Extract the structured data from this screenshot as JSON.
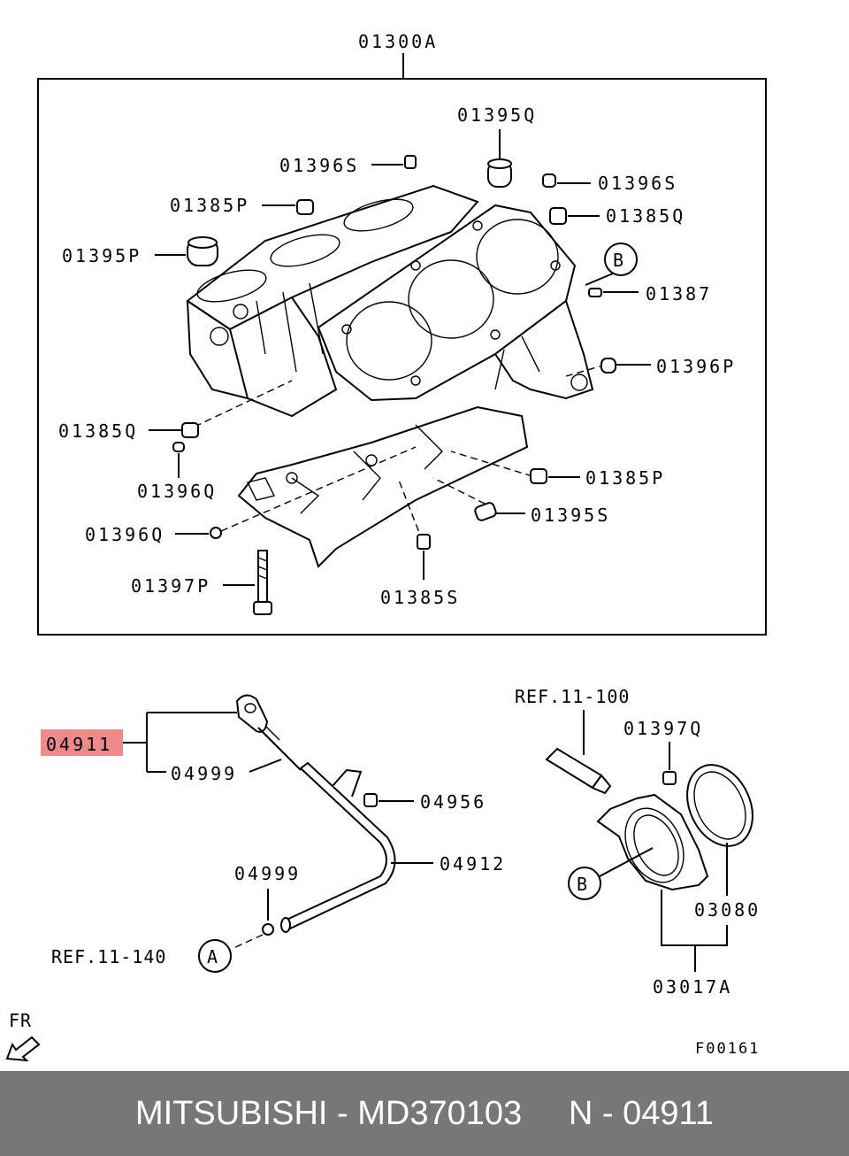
{
  "colors": {
    "highlight": "#f08a8a",
    "footer_bg": "#777777",
    "footer_text": "#ffffff"
  },
  "labels": {
    "assembly": "01300A",
    "q1395": "01395Q",
    "s1396_left": "01396S",
    "s1396_right": "01396S",
    "p1385_left": "01385P",
    "q1385_right": "01385Q",
    "p1395": "01395P",
    "b_callout_top": "B",
    "p1387": "01387",
    "p1396": "01396P",
    "q1385_left": "01385Q",
    "q1396_upper": "01396Q",
    "p1385_right": "01385P",
    "s1395": "01395S",
    "q1396_lower": "01396Q",
    "p1397": "01397P",
    "s1385": "01385S",
    "n4911": "04911",
    "n4999_top": "04999",
    "n4956": "04956",
    "n4912": "04912",
    "n4999_bottom": "04999",
    "ref_140": "REF.11-140",
    "a_callout": "A",
    "ref_100": "REF.11-100",
    "q1397": "01397Q",
    "b_callout_bottom": "B",
    "n3080": "03080",
    "a3017": "03017A",
    "fr": "FR",
    "figure_code": "F00161"
  },
  "footer": {
    "text": "MITSUBISHI - MD370103     N - 04911"
  }
}
